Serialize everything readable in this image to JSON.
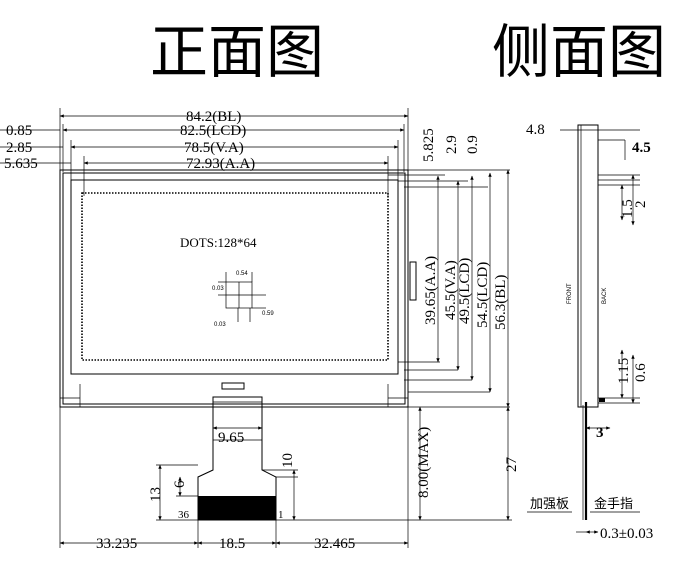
{
  "headers": {
    "front": "正面图",
    "side": "侧面图"
  },
  "front_view": {
    "width_dims": [
      "84.2(BL)",
      "82.5(LCD)",
      "78.5(V.A)",
      "72.93(A.A)"
    ],
    "left_offsets": [
      "0.85",
      "2.85",
      "5.635"
    ],
    "right_offsets": [
      "5.825",
      "2.9",
      "0.9"
    ],
    "height_dims": [
      "39.65(A.A)",
      "45.5(V.A)",
      "49.5(LCD)",
      "54.5(LCD)",
      "56.3(BL)"
    ],
    "dots_label": "DOTS:128*64",
    "pixel_dims": [
      "0.54",
      "0.03",
      "0.03",
      "0.59"
    ],
    "fpc_dims": {
      "width": "9.65",
      "gap": "10",
      "height_a": "13",
      "height_b": "6",
      "max": "8.00(MAX)",
      "total": "27",
      "pin_first": "36",
      "pin_last": "1"
    },
    "bottom_dims": [
      "33.235",
      "18.5",
      "32.465"
    ]
  },
  "side_view": {
    "dims": [
      "4.8",
      "4.5",
      "1.5",
      "2",
      "1.15",
      "0.6",
      "3"
    ],
    "labels": {
      "front": "FRONT",
      "back": "BACK"
    },
    "reinforcement_label": "加强板",
    "gold_finger_label": "金手指",
    "thickness": "0.3±0.03"
  }
}
